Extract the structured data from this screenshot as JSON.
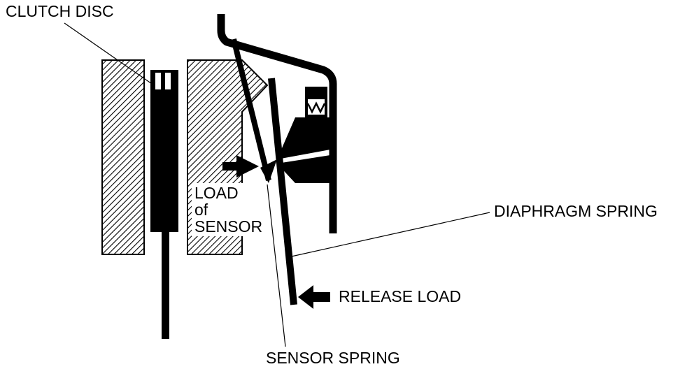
{
  "labels": {
    "clutch_disc": "CLUTCH DISC",
    "load_of_sensor_line1": "LOAD",
    "load_of_sensor_line2": "of",
    "load_of_sensor_line3": "SENSOR",
    "diaphragm_spring": "DIAPHRAGM SPRING",
    "release_load": "RELEASE LOAD",
    "sensor_spring": "SENSOR SPRING"
  },
  "colors": {
    "ink": "#000000",
    "paper": "#ffffff"
  }
}
